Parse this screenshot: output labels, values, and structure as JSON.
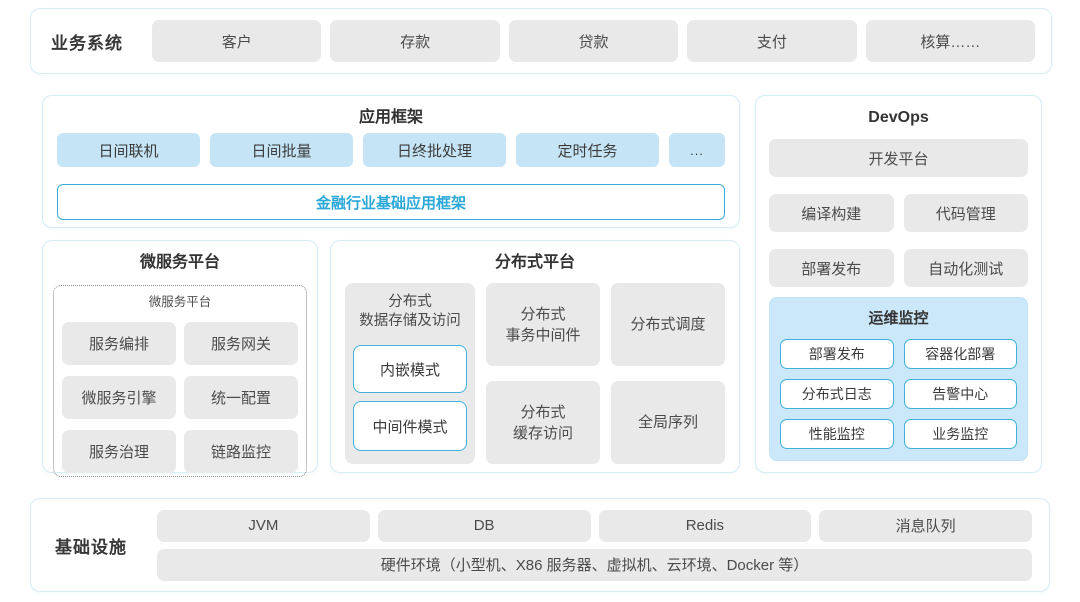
{
  "business": {
    "label": "业务系统",
    "items": [
      "客户",
      "存款",
      "贷款",
      "支付",
      "核算……"
    ]
  },
  "app_framework": {
    "title": "应用框架",
    "modules": [
      "日间联机",
      "日间批量",
      "日终批处理",
      "定时任务",
      "..."
    ],
    "base": "金融行业基础应用框架"
  },
  "devops": {
    "title": "DevOps",
    "platform": "开发平台",
    "tools": [
      "编译构建",
      "代码管理",
      "部署发布",
      "自动化测试"
    ],
    "monitor": {
      "title": "运维监控",
      "items": [
        "部署发布",
        "容器化部署",
        "分布式日志",
        "告警中心",
        "性能监控",
        "业务监控"
      ]
    }
  },
  "microservices": {
    "title": "微服务平台",
    "inner_title": "微服务平台",
    "items": [
      "服务编排",
      "服务网关",
      "微服务引擎",
      "统一配置",
      "服务治理",
      "链路监控"
    ]
  },
  "distributed": {
    "title": "分布式平台",
    "storage": {
      "label": "分布式\n数据存储及访问",
      "modes": [
        "内嵌模式",
        "中间件模式"
      ]
    },
    "cells": [
      "分布式\n事务中间件",
      "分布式调度",
      "分布式\n缓存访问",
      "全局序列"
    ]
  },
  "infrastructure": {
    "label": "基础设施",
    "items": [
      "JVM",
      "DB",
      "Redis",
      "消息队列"
    ],
    "hardware": "硬件环境（小型机、X86 服务器、虚拟机、云环境、Docker 等）"
  },
  "colors": {
    "accent_blue": "#2aa8d7",
    "panel_border": "#d5edf4",
    "light_blue_box": "#c5e5f6",
    "monitor_bg": "#cbe8fa",
    "gray_box": "#e9e9e9",
    "blue_border": "#41b1da"
  }
}
